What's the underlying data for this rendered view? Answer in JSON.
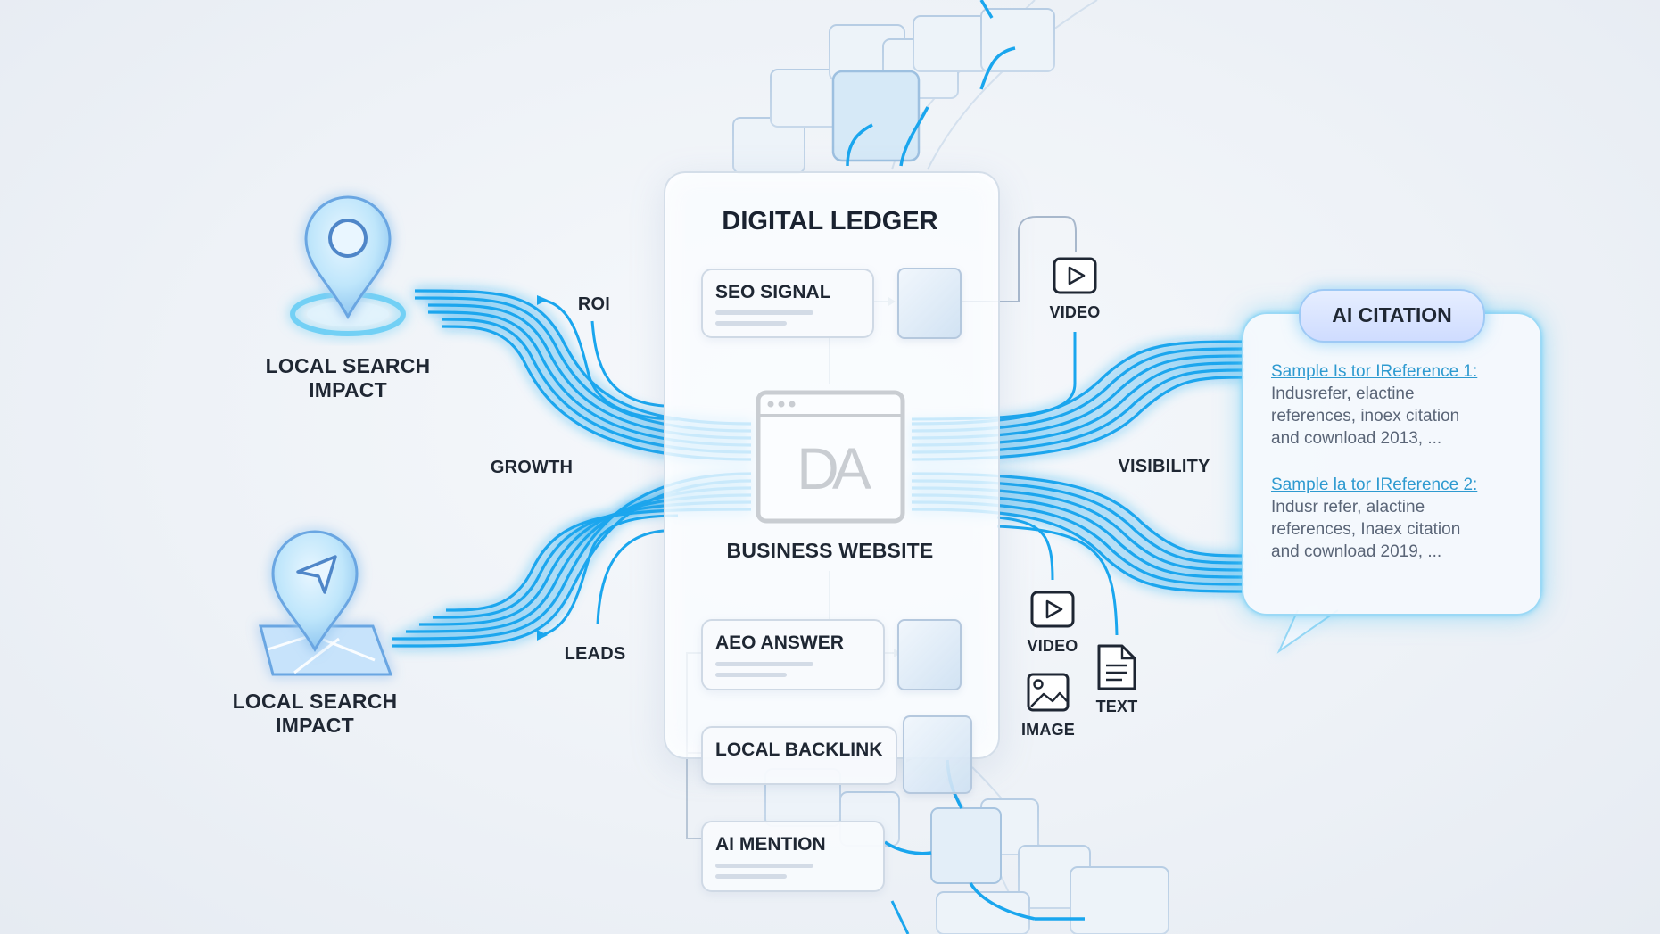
{
  "ledger": {
    "title": "DIGITAL LEDGER",
    "center_label": "BUSINESS WEBSITE",
    "logo_text": "DA",
    "cards": {
      "seo": "SEO SIGNAL",
      "aeo": "AEO ANSWER",
      "backlink": "LOCAL BACKLINK",
      "mention": "AI MENTION"
    }
  },
  "left": {
    "top_label": "LOCAL SEARCH IMPACT",
    "bottom_label": "LOCAL SEARCH IMPACT",
    "flows": {
      "roi": "ROI",
      "growth": "GROWTH",
      "leads": "LEADS"
    }
  },
  "right": {
    "visibility": "VISIBILITY",
    "media": {
      "video_top": "VIDEO",
      "video_bottom": "VIDEO",
      "image": "IMAGE",
      "text": "TEXT"
    }
  },
  "ai_citation": {
    "title": "AI CITATION",
    "references": [
      {
        "link": "Sample Is tor IReference 1:",
        "lines": [
          "Indusrefer, elactine",
          "references, inoex citation",
          "and cownload 2013, ..."
        ]
      },
      {
        "link": "Sample la tor IReference 2:",
        "lines": [
          "Indusr refer, alactine",
          "references, Inaex citation",
          "and cownload 2019, ..."
        ]
      }
    ]
  },
  "colors": {
    "flow_blue": "#1aa6ee",
    "glow_blue": "#7fd3f7",
    "ink": "#1f2733",
    "link": "#2e9ad0"
  },
  "icons": [
    "location-pin-icon",
    "navigation-pin-icon",
    "browser-window-icon",
    "play-video-icon",
    "image-icon",
    "text-document-icon"
  ]
}
